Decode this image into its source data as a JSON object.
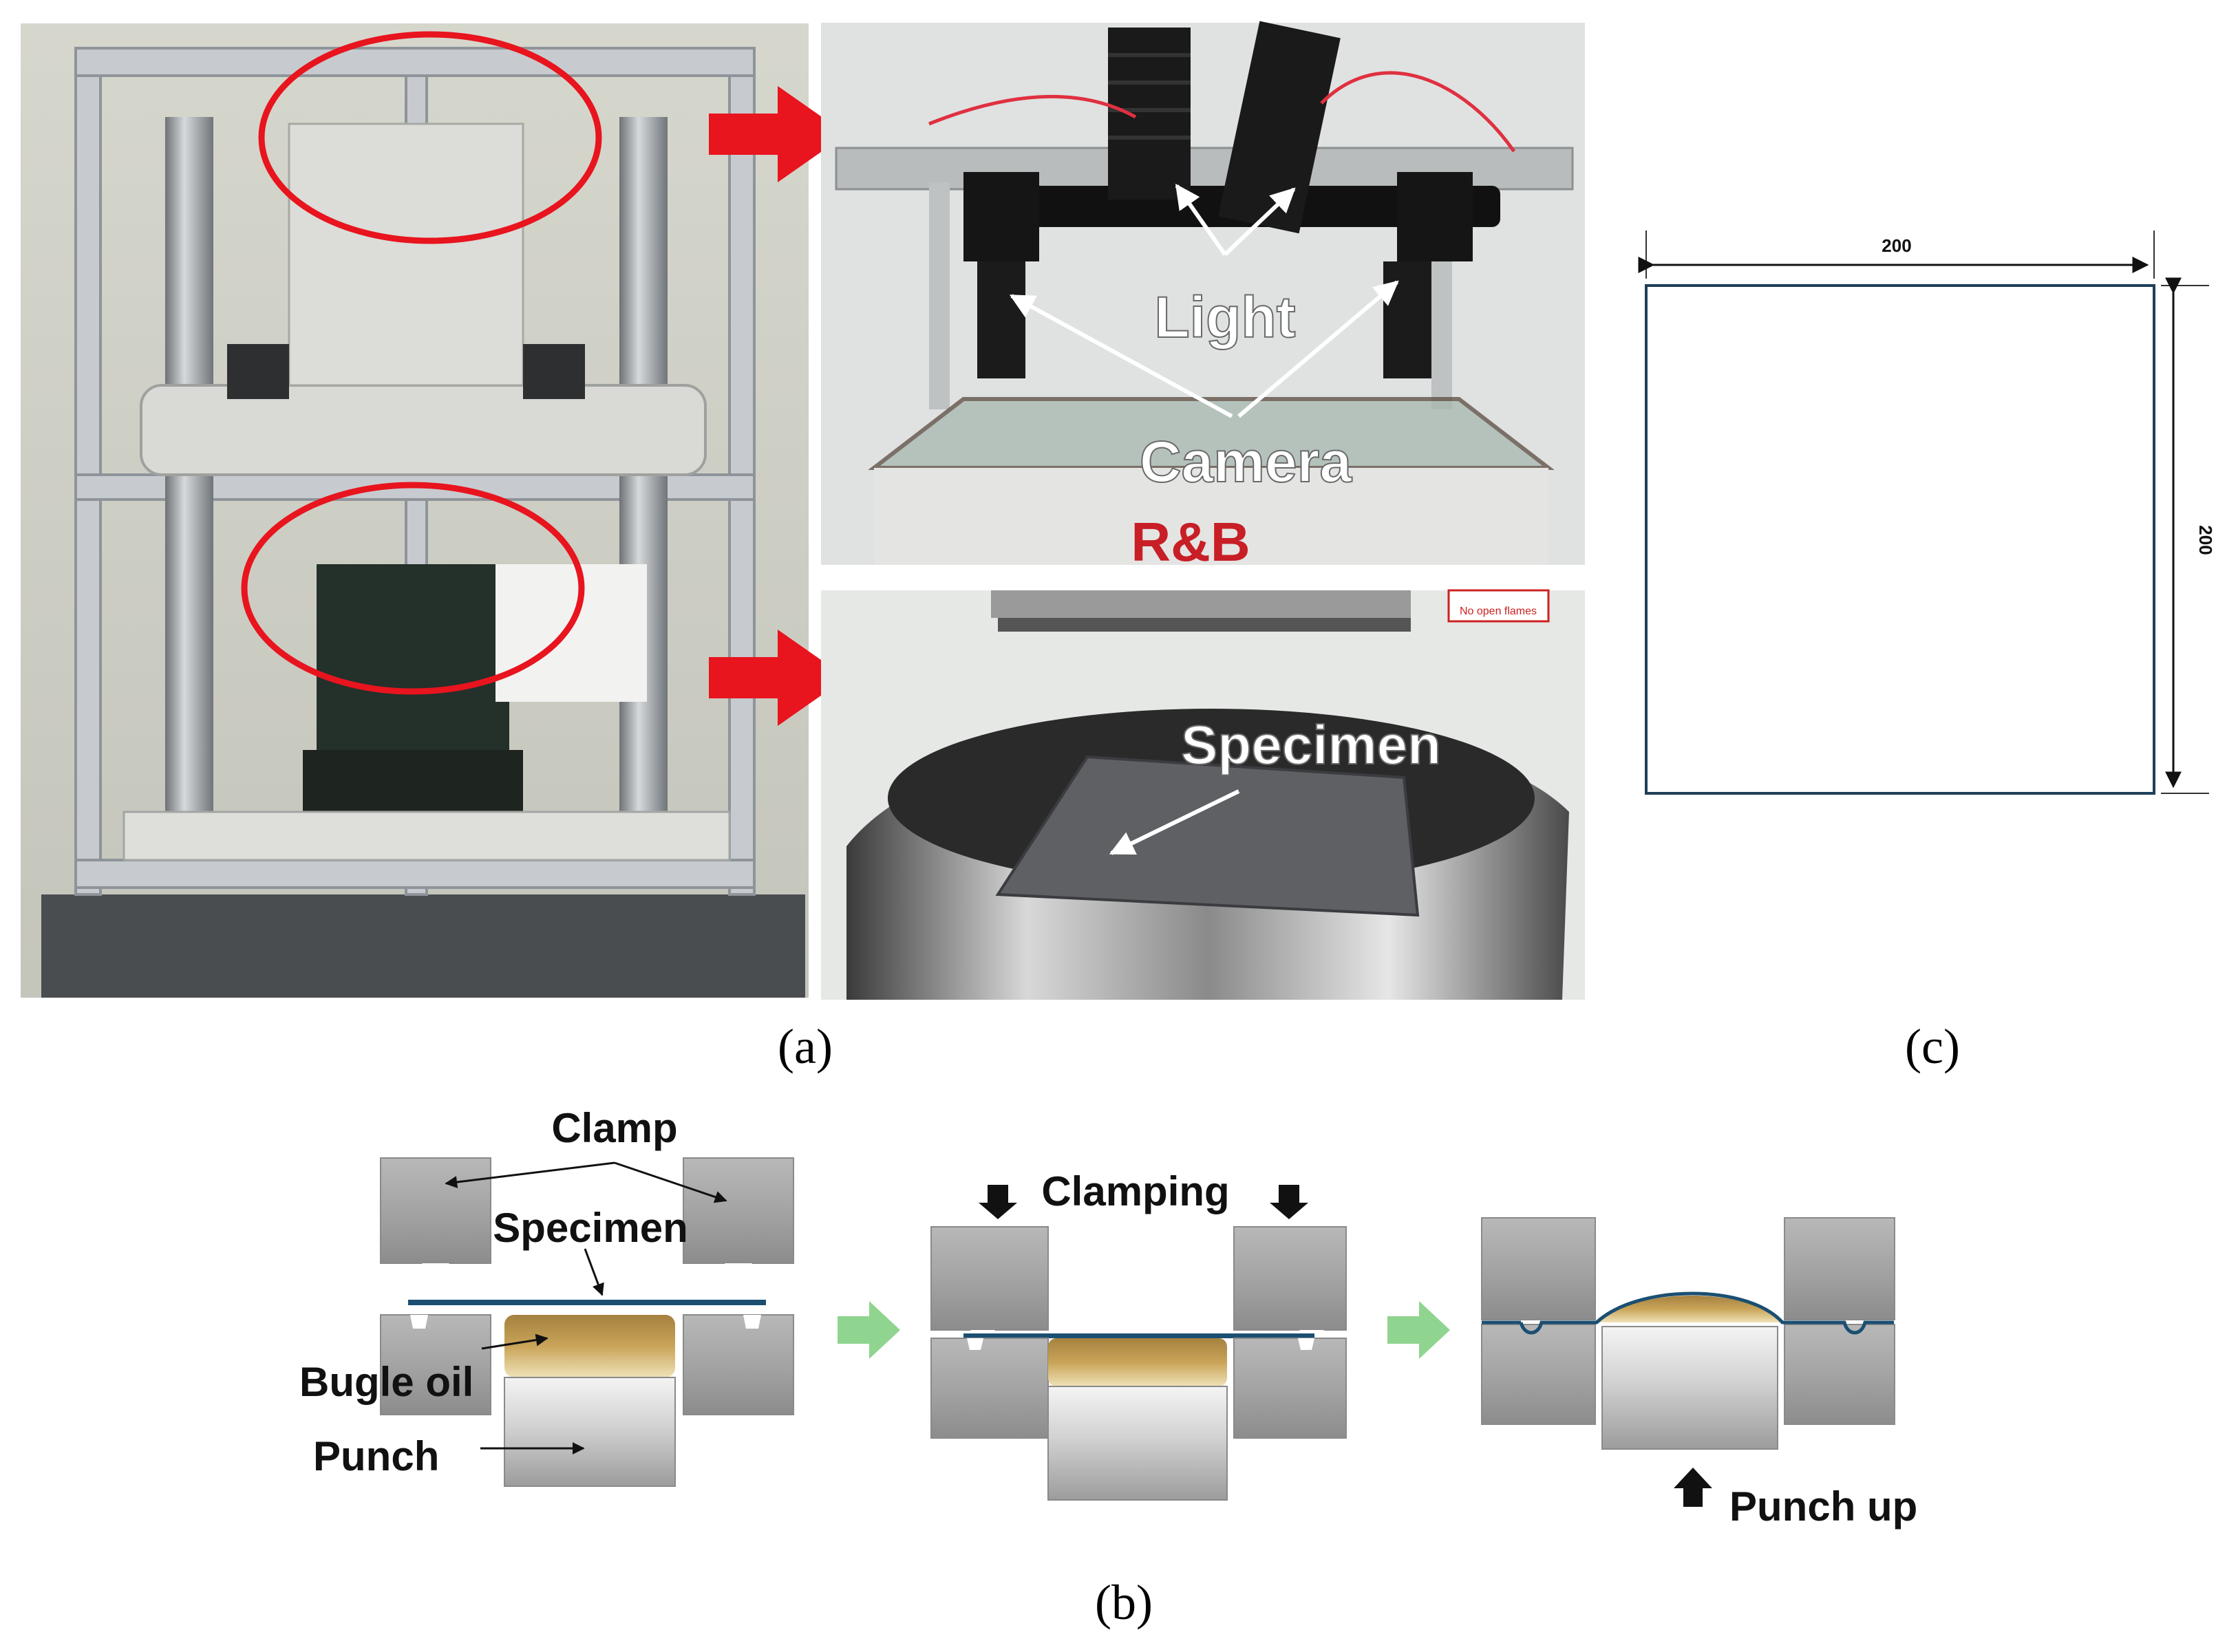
{
  "panel_a": {
    "caption": "(a)",
    "callouts": {
      "light": "Light",
      "camera": "Camera",
      "specimen": "Specimen",
      "machine_logo": "R&B",
      "warning_sign_text": "No open flames"
    }
  },
  "panel_b": {
    "caption": "(b)",
    "stage1": {
      "clamp": "Clamp",
      "specimen": "Specimen",
      "bugle_oil": "Bugle oil",
      "punch": "Punch"
    },
    "stage2": {
      "clamping": "Clamping"
    },
    "stage3": {
      "punch_up": "Punch up"
    }
  },
  "panel_c": {
    "caption": "(c)",
    "dim_width": "200",
    "dim_height": "200"
  },
  "colors": {
    "red_callout": "#e8141e",
    "specimen_blue": "#1b4f72",
    "oil_gold": "#c9a458",
    "metal_gray": "#9a9a9a",
    "stage_arrow_green": "#8fd48f"
  }
}
